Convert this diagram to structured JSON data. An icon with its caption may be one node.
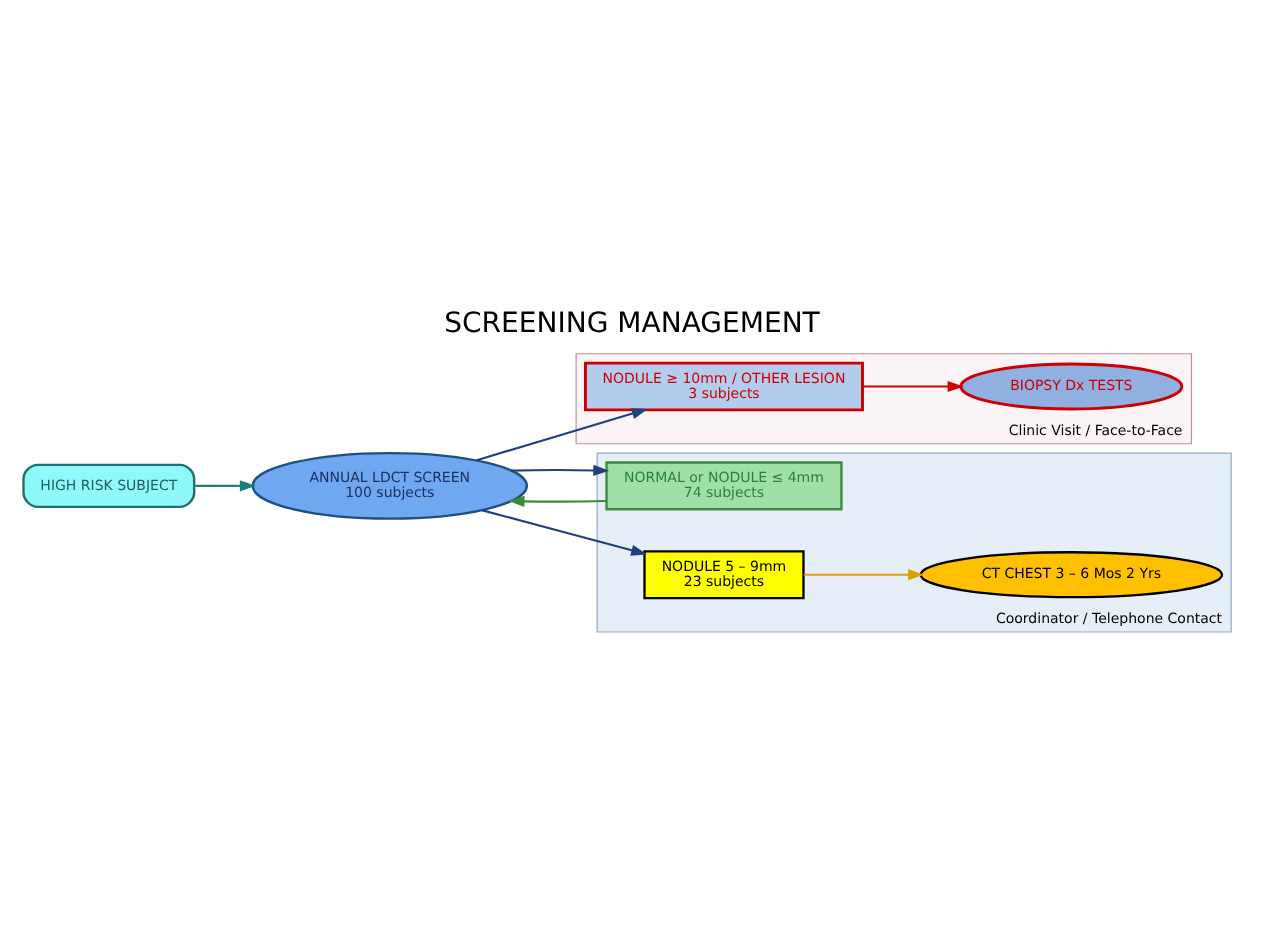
{
  "diagram": {
    "title": "SCREENING MANAGEMENT",
    "nodes": [
      {
        "text": [
          "HIGH RISK SUBJECT"
        ]
      },
      {
        "text": [
          "ANNUAL LDCT SCREEN",
          "100 subjects"
        ]
      },
      {
        "text": [
          "Clinic Visit / Face-to-Face"
        ]
      },
      {
        "text": [
          "NODULE ≥ 10mm / OTHER LESION",
          "3 subjects"
        ],
        "in": 2
      },
      {
        "text": [
          "BIOPSY Dx TESTS"
        ],
        "in": 2
      },
      {
        "text": [
          "Coordinator / Telephone Contact"
        ]
      },
      {
        "text": [
          "NORMAL or NODULE ≤ 4mm",
          "74 subjects"
        ],
        "in": 5
      },
      {
        "text": [
          "NODULE 5 – 9mm",
          "23 subjects"
        ],
        "in": 5
      },
      {
        "text": [
          "CT CHEST 3 – 6 Mos 2 Yrs"
        ],
        "in": 5
      }
    ],
    "edges": [
      {
        "from": 0,
        "to": 1,
        "arrow": "to",
        "color": "#1f7f7a"
      },
      {
        "from": 1,
        "to": 3,
        "arrow": "to"
      },
      {
        "from": 3,
        "to": 4,
        "arrow": "to",
        "color": "#cc0000"
      },
      {
        "from": 1,
        "to": 6,
        "arrow": "to"
      },
      {
        "from": 1,
        "to": 7,
        "arrow": "to"
      },
      {
        "from": 6,
        "to": 1,
        "arrow": "to",
        "color": "#3a8a3a"
      },
      {
        "from": 7,
        "to": 8,
        "arrow": "to",
        "color": "#e0a000"
      }
    ]
  }
}
